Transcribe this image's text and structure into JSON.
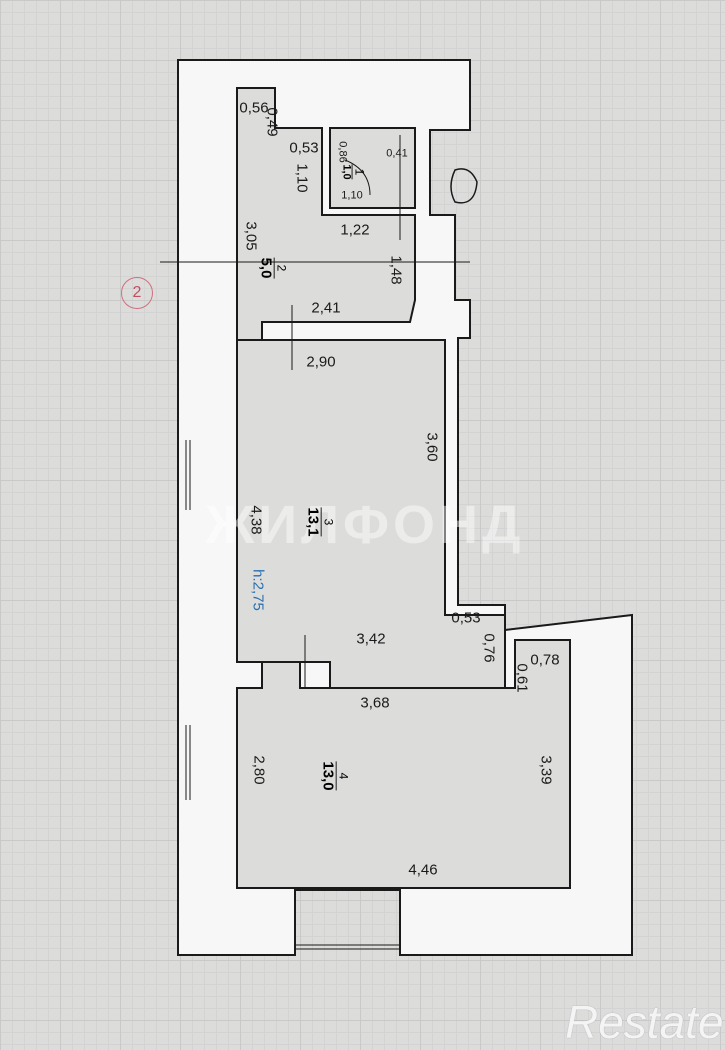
{
  "plan": {
    "axis_marker": "2",
    "watermark": "ЖИЛФОНД",
    "logo": "Restate",
    "ceiling_height": "h:2,75",
    "rooms": [
      {
        "number": "1",
        "area": "1,0"
      },
      {
        "number": "2",
        "area": "5,0"
      },
      {
        "number": "3",
        "area": "13,1"
      },
      {
        "number": "4",
        "area": "13,0"
      }
    ],
    "dimensions": {
      "d056": "0,56",
      "d049": "0,49",
      "d053a": "0,53",
      "d110a": "1,10",
      "d086": "0,86",
      "d041": "0,41",
      "d110b": "1,10",
      "d122": "1,22",
      "d305": "3,05",
      "d148": "1,48",
      "d241": "2,41",
      "d290": "2,90",
      "d360": "3,60",
      "d438": "4,38",
      "d053b": "0,53",
      "d076": "0,76",
      "d342": "3,42",
      "d078": "0,78",
      "d061": "0,61",
      "d368": "3,68",
      "d339": "3,39",
      "d280": "2,80",
      "d446": "4,46"
    },
    "colors": {
      "wall": "#ffffff",
      "line": "#1a1a1a",
      "height_label": "#2a6fb0",
      "axis": "#c05060"
    }
  }
}
